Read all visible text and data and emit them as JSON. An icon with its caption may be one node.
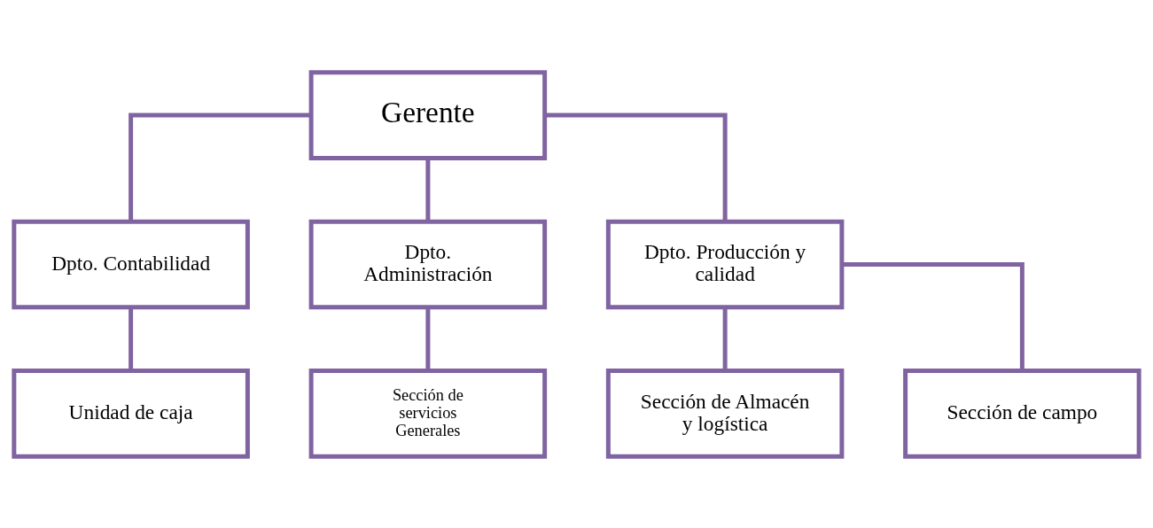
{
  "diagram": {
    "nodes": [
      {
        "text": [
          "Gerente"
        ]
      },
      {
        "text": [
          "Dpto. Contabilidad"
        ]
      },
      {
        "text": [
          "Dpto. Administración"
        ]
      },
      {
        "text": [
          "Dpto. Producción y calidad"
        ]
      },
      {
        "text": [
          "Unidad de caja"
        ]
      },
      {
        "text": [
          "Sección de servicios Generales"
        ]
      },
      {
        "text": [
          "Sección de Almacén y logística"
        ]
      },
      {
        "text": [
          "Sección de campo"
        ]
      }
    ],
    "edges": [
      {
        "from": 0,
        "to": 1,
        "arrow": "none"
      },
      {
        "from": 0,
        "to": 2,
        "arrow": "none"
      },
      {
        "from": 0,
        "to": 3,
        "arrow": "none"
      },
      {
        "from": 1,
        "to": 4,
        "arrow": "none"
      },
      {
        "from": 2,
        "to": 5,
        "arrow": "none"
      },
      {
        "from": 3,
        "to": 6,
        "arrow": "none"
      },
      {
        "from": 3,
        "to": 7,
        "arrow": "none"
      }
    ]
  }
}
